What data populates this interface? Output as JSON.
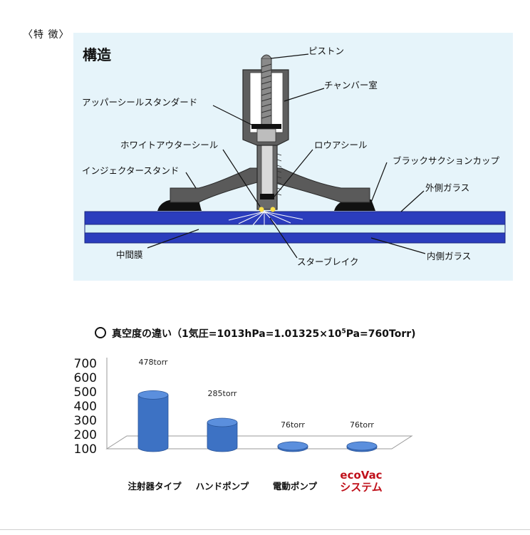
{
  "feature_label": "〈特 徴〉",
  "diagram": {
    "title": "構造",
    "labels": {
      "piston": "ピストン",
      "chamber": "チャンバー室",
      "upper_seal": "アッパーシールスタンダード",
      "white_outer_seal": "ホワイトアウターシール",
      "lower_seal": "ロウアシール",
      "black_suction_cup": "ブラックサクションカップ",
      "injector_stand": "インジェクタースタンド",
      "outer_glass": "外側ガラス",
      "interlayer": "中間膜",
      "star_break": "スターブレイク",
      "inner_glass": "内側ガラス"
    },
    "colors": {
      "panel": "#e6f4fa",
      "glass": "#2b3dbd",
      "interlayer": "#d8f2f6",
      "body": "#5a5a5a",
      "spark": "#ffe14a"
    }
  },
  "chart_title": {
    "prefix": "真空度の違い（1気圧=1013hPa=1.01325×10",
    "superscript": "5",
    "suffix": "Pa=760Torr)"
  },
  "chart_data": {
    "type": "bar",
    "categories": [
      "注射器タイプ",
      "ハンドポンプ",
      "電動ポンプ",
      "ecoVac システム"
    ],
    "category_lines": [
      [
        "注射器タイプ"
      ],
      [
        "ハンドポンプ"
      ],
      [
        "電動ポンプ"
      ],
      [
        "ecoVac",
        "システム"
      ]
    ],
    "values": [
      478,
      285,
      76,
      76
    ],
    "data_labels": [
      "478torr",
      "285torr",
      "76torr",
      "76torr"
    ],
    "yticks": [
      100,
      200,
      300,
      400,
      500,
      600,
      700
    ],
    "ylim": [
      76,
      700
    ],
    "bar_color": "#3d72c4",
    "highlight_color": "#c0111b",
    "grid": false,
    "legend": "none"
  }
}
